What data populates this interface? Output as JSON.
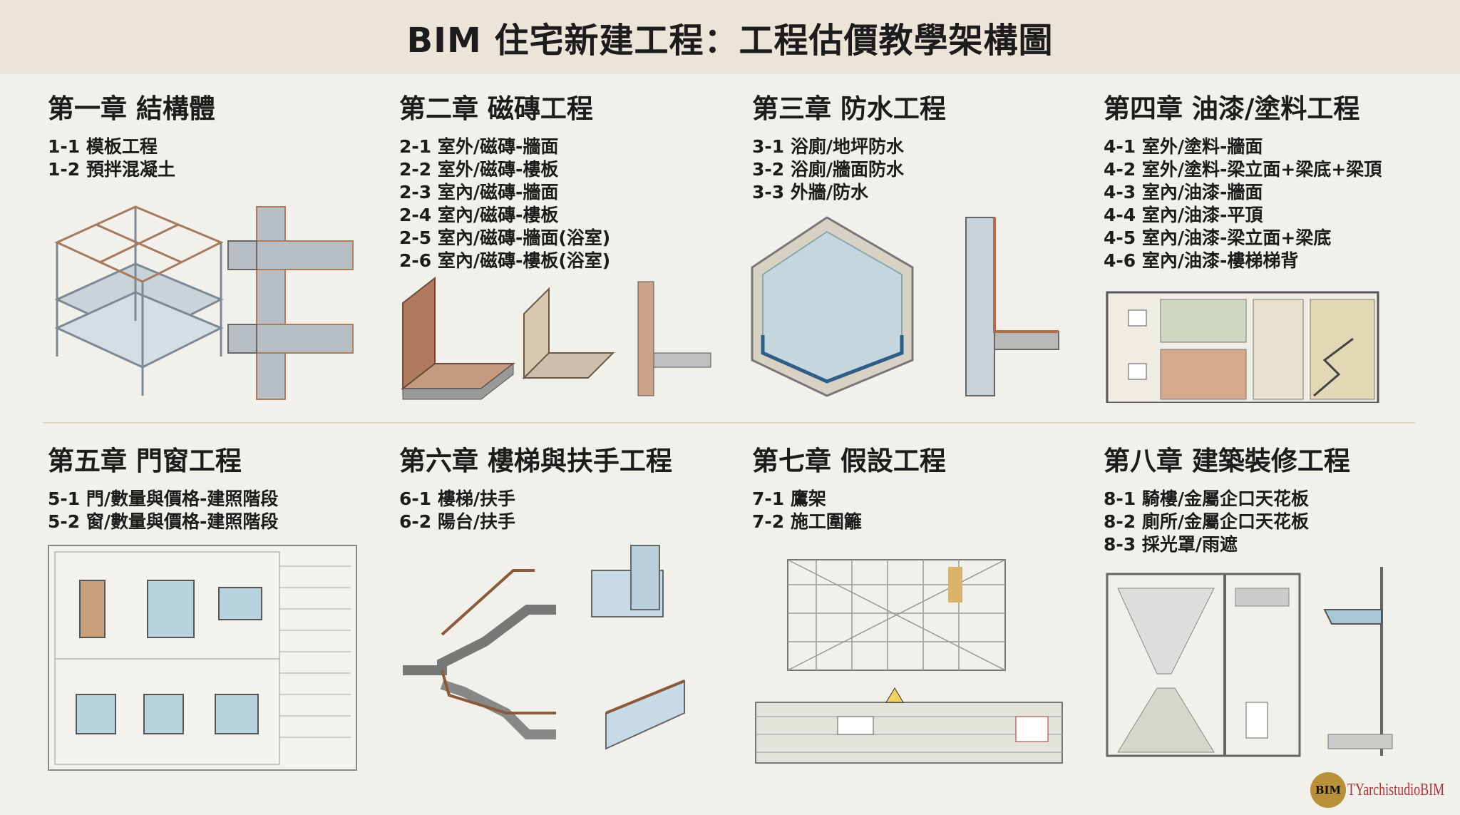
{
  "title": "BIM 住宅新建工程：工程估價教學架構圖",
  "chapters": [
    {
      "heading": "第一章 結構體",
      "items": [
        "1-1 模板工程",
        "1-2 預拌混凝土"
      ]
    },
    {
      "heading": "第二章 磁磚工程",
      "items": [
        "2-1 室外/磁磚-牆面",
        "2-2 室外/磁磚-樓板",
        "2-3 室內/磁磚-牆面",
        "2-4 室內/磁磚-樓板",
        "2-5 室內/磁磚-牆面(浴室)",
        "2-6 室內/磁磚-樓板(浴室)"
      ]
    },
    {
      "heading": "第三章 防水工程",
      "items": [
        "3-1 浴廁/地坪防水",
        "3-2 浴廁/牆面防水",
        "3-3 外牆/防水"
      ]
    },
    {
      "heading": "第四章 油漆/塗料工程",
      "items": [
        "4-1 室外/塗料-牆面",
        "4-2 室外/塗料-梁立面+梁底+梁頂",
        "4-3 室內/油漆-牆面",
        "4-4 室內/油漆-平頂",
        "4-5 室內/油漆-梁立面+梁底",
        "4-6 室內/油漆-樓梯梯背"
      ]
    },
    {
      "heading": "第五章 門窗工程",
      "items": [
        "5-1 門/數量與價格-建照階段",
        "5-2 窗/數量與價格-建照階段"
      ]
    },
    {
      "heading": "第六章 樓梯與扶手工程",
      "items": [
        "6-1 樓梯/扶手",
        "6-2 陽台/扶手"
      ]
    },
    {
      "heading": "第七章 假設工程",
      "items": [
        "7-1 鷹架",
        "7-2 施工圍籬"
      ]
    },
    {
      "heading": "第八章 建築裝修工程",
      "items": [
        "8-1 騎樓/金屬企口天花板",
        "8-2 廁所/金屬企口天花板",
        "8-3 採光罩/雨遮"
      ]
    }
  ],
  "logo": {
    "badge": "BIM",
    "name": "TYarchistudioBIM"
  },
  "colors": {
    "header_bg": "#ebe4d8",
    "page_bg": "#f1f0ea",
    "logo_gold": "#b8903a",
    "logo_red": "#a8343c"
  }
}
